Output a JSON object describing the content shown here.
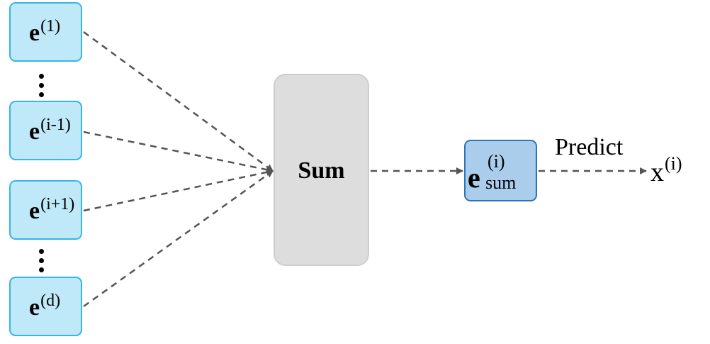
{
  "inputs": [
    {
      "base": "e",
      "sup": "(1)"
    },
    {
      "base": "e",
      "sup": "(i-1)"
    },
    {
      "base": "e",
      "sup": "(i+1)"
    },
    {
      "base": "e",
      "sup": "(d)"
    }
  ],
  "aggregator": {
    "label": "Sum"
  },
  "summed_embedding": {
    "base": "e",
    "sup": "(i)",
    "sub": "sum"
  },
  "predict_label": "Predict",
  "output": {
    "base": "x",
    "sup": "(i)"
  },
  "colors": {
    "input_fill": "#bfe8f8",
    "input_border": "#34b6e6",
    "aggregator_fill": "#dddddd",
    "aggregator_border": "#cdcdcd",
    "summed_fill": "#a9cdeb",
    "summed_border": "#2f74b8",
    "edge": "#555555"
  }
}
